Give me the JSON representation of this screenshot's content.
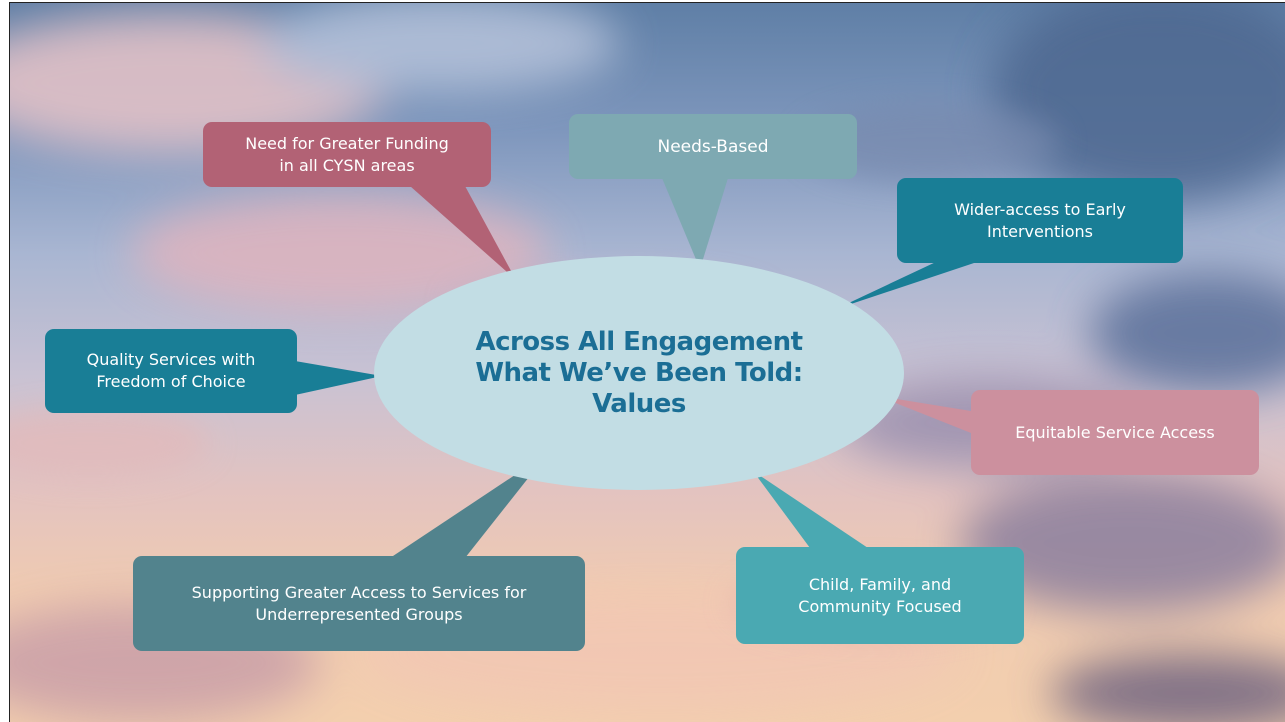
{
  "diagram": {
    "center": {
      "title": "Across All Engagement\nWhat We’ve Been Told:\nValues"
    },
    "callouts": {
      "funding": "Need for Greater Funding\nin all CYSN areas",
      "needs_based": "Needs-Based",
      "wider_access": "Wider-access to Early\nInterventions",
      "quality": "Quality Services with\nFreedom of Choice",
      "equitable": "Equitable Service Access",
      "supporting": "Supporting Greater Access to Services for\nUnderrepresented Groups",
      "child_family": "Child, Family, and\nCommunity Focused"
    }
  },
  "colors": {
    "center_fill": "#c2dde4",
    "center_text": "#1b6e95",
    "funding": "#b26275",
    "needs_based": "#7ea9b2",
    "wider_access": "#197e96",
    "quality": "#197e96",
    "equitable": "#cc909e",
    "supporting": "#52838d",
    "child_family": "#4aa9b2"
  }
}
